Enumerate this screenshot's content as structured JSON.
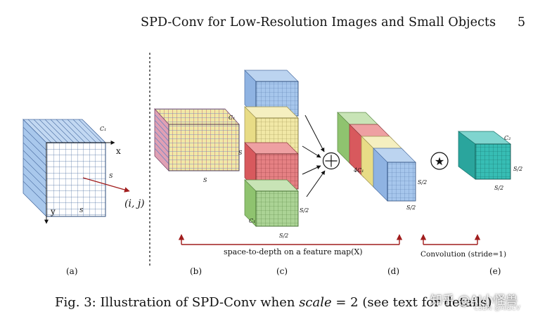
{
  "header": {
    "running_title": "SPD-Conv for Low-Resolution Images and Small Objects",
    "page_number": "5"
  },
  "figure": {
    "panel_a": {
      "c_label": "C₁",
      "s_label_side": "S",
      "s_label_bottom": "S",
      "x_axis": "x",
      "y_axis": "y",
      "point_label": "(i, j)",
      "tag": "(a)"
    },
    "panel_b": {
      "c_label": "C₁",
      "s_label_side": "S",
      "s_label_bottom": "S",
      "tag": "(b)"
    },
    "panel_c": {
      "c_label": "C₁",
      "s_half_side": "S/2",
      "s_half_bottom": "S/2",
      "tag": "(c)"
    },
    "panel_d": {
      "c_label": "4C₁",
      "s_half_side": "S/2",
      "s_half_bottom": "S/2",
      "tag": "(d)"
    },
    "panel_e": {
      "c_label": "C₂",
      "s_half_side": "S/2",
      "s_half_bottom": "S/2",
      "tag": "(e)"
    },
    "operators": {
      "concat": "+",
      "conv": "★"
    },
    "brackets": {
      "space_to_depth": "space-to-depth on a feature map(X)",
      "convolution": "Convolution (stride=1)"
    },
    "colors": {
      "blue": "#9fc1e8",
      "yellow": "#efe49a",
      "red": "#e2777a",
      "green": "#a5cf8a",
      "teal": "#2fb8b0",
      "bracket": "#a11d1d"
    }
  },
  "caption": {
    "prefix": "Fig. 3: Illustration of SPD-Conv when ",
    "math_var": "scale",
    "math_rest": " = 2",
    "suffix": " (see text for details)"
  },
  "watermark": {
    "text": "知乎 @AI小怪兽",
    "sub": "CSDN @AI&CV"
  }
}
